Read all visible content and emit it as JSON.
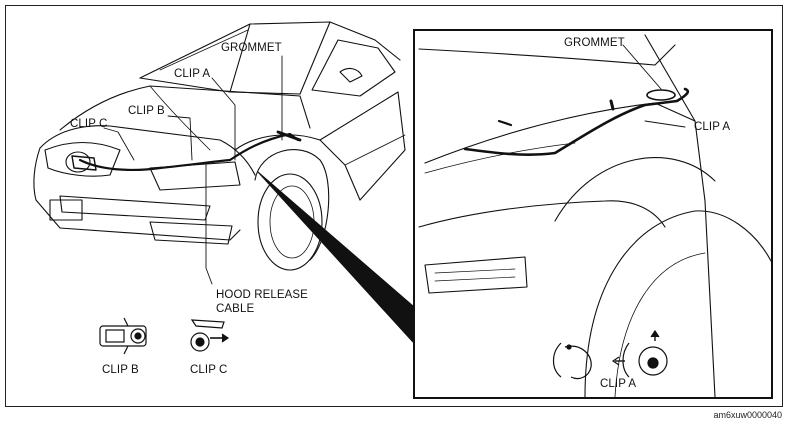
{
  "main_view": {
    "labels": {
      "grommet": "GROMMET",
      "clip_a": "CLIP A",
      "clip_b": "CLIP B",
      "clip_c": "CLIP C",
      "hood_release_line1": "HOOD RELEASE",
      "hood_release_line2": "CABLE"
    }
  },
  "legend": {
    "clip_b": "CLIP B",
    "clip_c": "CLIP C"
  },
  "inset": {
    "labels": {
      "grommet": "GROMMET",
      "clip_a": "CLIP A",
      "clip_a_detail": "CLIP A"
    }
  },
  "figure_code": "am6xuw0000040",
  "colors": {
    "line": "#111111",
    "background": "#ffffff"
  }
}
